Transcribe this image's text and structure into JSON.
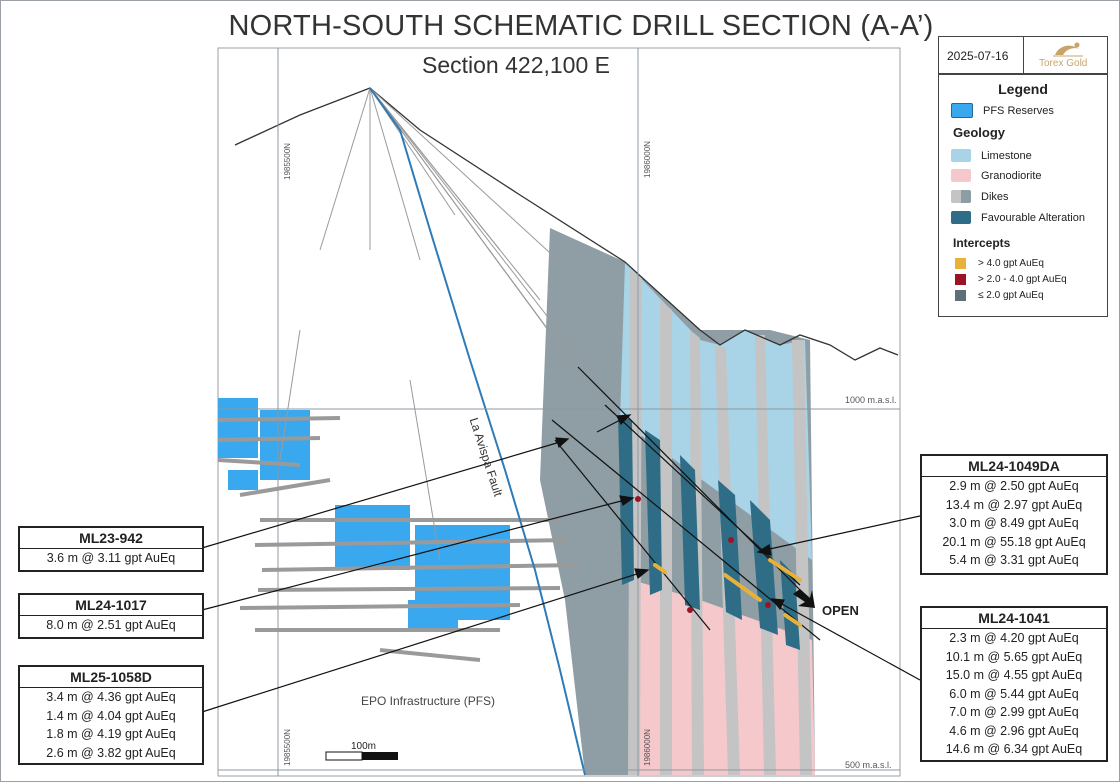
{
  "title": "NORTH-SOUTH SCHEMATIC DRILL SECTION (A-A’)",
  "subtitle": "Section 422,100 E",
  "date": "2025-07-16",
  "logo_text": "Torex Gold",
  "legend": {
    "title": "Legend",
    "reserves": {
      "label": "PFS Reserves",
      "color": "#3aa8ee"
    },
    "geology_header": "Geology",
    "geology": [
      {
        "label": "Limestone",
        "color": "#a9d3e6"
      },
      {
        "label": "Granodiorite",
        "color": "#f5c8cc"
      },
      {
        "label": "Dikes",
        "color": "#b9b9b9",
        "color2": "#8d9da3"
      },
      {
        "label": "Favourable Alteration",
        "color": "#2f6d86"
      }
    ],
    "intercepts_header": "Intercepts",
    "intercepts": [
      {
        "label": "> 4.0 gpt AuEq",
        "color": "#e8b13a"
      },
      {
        "label": "> 2.0 - 4.0 gpt AuEq",
        "color": "#9b1424"
      },
      {
        "label": "≤ 2.0 gpt AuEq",
        "color": "#5f6f78"
      }
    ]
  },
  "grid": {
    "elev_1000": "1000 m.a.s.l.",
    "elev_500": "500 m.a.s.l.",
    "north_1985500": "1985500N",
    "north_1986000": "1986000N"
  },
  "labels": {
    "fault": "La Avispa Fault",
    "epo": "EPO Infrastructure (PFS)",
    "open": "OPEN",
    "scale": "100m"
  },
  "callouts": {
    "ml23_942": {
      "title": "ML23-942",
      "lines": [
        "3.6 m @ 3.11 gpt AuEq"
      ]
    },
    "ml24_1017": {
      "title": "ML24-1017",
      "lines": [
        "8.0 m @ 2.51 gpt AuEq"
      ]
    },
    "ml25_1058d": {
      "title": "ML25-1058D",
      "lines": [
        "3.4 m @ 4.36 gpt AuEq",
        "1.4 m @ 4.04 gpt AuEq",
        "1.8 m @ 4.19 gpt AuEq",
        "2.6 m @ 3.82 gpt AuEq"
      ]
    },
    "ml24_1049da": {
      "title": "ML24-1049DA",
      "lines": [
        "2.9 m @ 2.50 gpt AuEq",
        "13.4 m @ 2.97 gpt AuEq",
        "3.0 m @ 8.49 gpt AuEq",
        "20.1 m @ 55.18 gpt AuEq",
        "5.4 m @ 3.31 gpt AuEq"
      ]
    },
    "ml24_1041": {
      "title": "ML24-1041",
      "lines": [
        "2.3 m @ 4.20 gpt AuEq",
        "10.1 m @ 5.65 gpt AuEq",
        "15.0 m @ 4.55 gpt AuEq",
        "6.0 m @ 5.44 gpt AuEq",
        "7.0 m @ 2.99 gpt AuEq",
        "4.6 m @ 2.96 gpt AuEq",
        "14.6 m @ 6.34 gpt AuEq"
      ]
    }
  }
}
